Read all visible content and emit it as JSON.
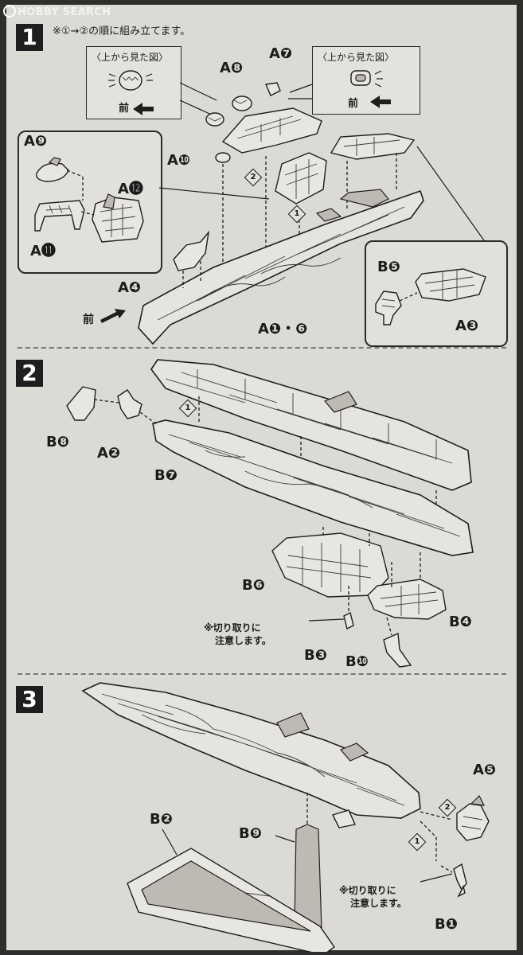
{
  "watermark": "HOBBY SEARCH",
  "step1": {
    "number": "1",
    "instruction": "※①→②の順に組み立てます。",
    "callout_left": {
      "title": "〈上から見た図〉",
      "front": "前"
    },
    "callout_right": {
      "title": "〈上から見た図〉",
      "front": "前"
    },
    "labels": {
      "a8": "A❽",
      "a7": "A❼",
      "a9": "A❾",
      "a10": "A❿",
      "a12": "A⓬",
      "a11": "A⓫",
      "a4": "A❹",
      "a1_6": "A❶・❻",
      "b5": "B❺",
      "a3": "A❸",
      "front": "前"
    },
    "seq1": "1",
    "seq2": "2"
  },
  "step2": {
    "number": "2",
    "labels": {
      "b8": "B❽",
      "a2": "A❷",
      "b7": "B❼",
      "b6": "B❻",
      "b4": "B❹",
      "b3": "B❸",
      "b10": "B❿"
    },
    "note_line1": "※切り取りに",
    "note_line2": "注意します。",
    "seq1": "1"
  },
  "step3": {
    "number": "3",
    "labels": {
      "a5": "A❺",
      "b2": "B❷",
      "b9": "B❾",
      "b1": "B❶"
    },
    "note_line1": "※切り取りに",
    "note_line2": "注意します。",
    "seq1": "1",
    "seq2": "2"
  }
}
